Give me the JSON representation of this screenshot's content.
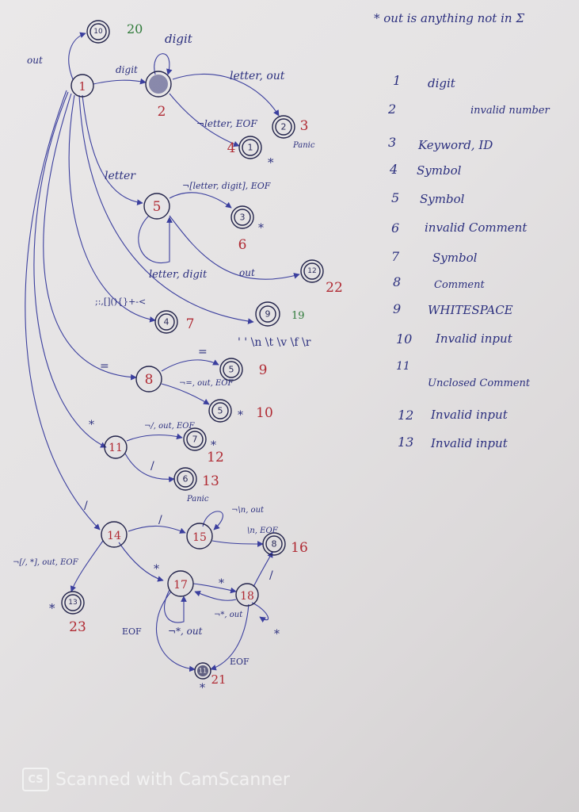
{
  "note": "* out is anything not in Σ",
  "legend": [
    {
      "num": "1",
      "desc": "digit"
    },
    {
      "num": "2",
      "desc": "invalid number"
    },
    {
      "num": "3",
      "desc": "Keyword, ID"
    },
    {
      "num": "4",
      "desc": "Symbol"
    },
    {
      "num": "5",
      "desc": "Symbol"
    },
    {
      "num": "6",
      "desc": "invalid Comment"
    },
    {
      "num": "7",
      "desc": "Symbol"
    },
    {
      "num": "8",
      "desc": "Comment"
    },
    {
      "num": "9",
      "desc": "WHITESPACE"
    },
    {
      "num": "10",
      "desc": "Invalid input"
    },
    {
      "num": "11",
      "desc": "Unclosed Comment"
    },
    {
      "num": "12",
      "desc": "Invalid input"
    },
    {
      "num": "13",
      "desc": "Invalid input"
    }
  ],
  "states": [
    {
      "id": "s1",
      "label": "1",
      "accepting": false
    },
    {
      "id": "s2",
      "label": "2",
      "accepting": false
    },
    {
      "id": "s3",
      "label": "3",
      "accepting": true,
      "inner": "2"
    },
    {
      "id": "s4",
      "label": "4",
      "accepting": true,
      "inner": "1"
    },
    {
      "id": "s5",
      "label": "5",
      "accepting": false
    },
    {
      "id": "s6",
      "label": "6",
      "accepting": true,
      "inner": "3"
    },
    {
      "id": "s7",
      "label": "7",
      "accepting": true,
      "inner": "4"
    },
    {
      "id": "s8",
      "label": "8",
      "accepting": false
    },
    {
      "id": "s9",
      "label": "9",
      "accepting": true,
      "inner": "5"
    },
    {
      "id": "s10",
      "label": "10",
      "accepting": true,
      "inner": "5"
    },
    {
      "id": "s11",
      "label": "11",
      "accepting": false
    },
    {
      "id": "s12",
      "label": "12",
      "accepting": true,
      "inner": "7"
    },
    {
      "id": "s13",
      "label": "13",
      "accepting": true,
      "inner": "6"
    },
    {
      "id": "s14",
      "label": "14",
      "accepting": false
    },
    {
      "id": "s15",
      "label": "15",
      "accepting": false
    },
    {
      "id": "s16",
      "label": "16",
      "accepting": true,
      "inner": "8"
    },
    {
      "id": "s17",
      "label": "17",
      "accepting": false
    },
    {
      "id": "s18",
      "label": "18",
      "accepting": false
    },
    {
      "id": "s19",
      "label": "19",
      "accepting": true,
      "inner": "9"
    },
    {
      "id": "s20",
      "label": "20",
      "accepting": true,
      "inner": "10"
    },
    {
      "id": "s21",
      "label": "21",
      "accepting": true,
      "inner": "11"
    },
    {
      "id": "s22",
      "label": "22",
      "accepting": true,
      "inner": "12"
    },
    {
      "id": "s23",
      "label": "23",
      "accepting": true,
      "inner": "13"
    }
  ],
  "edge_labels": {
    "out_20": "out",
    "digit_12": "digit",
    "digit_loop": "digit",
    "letter_out": "letter, out",
    "not_letter_eof": "¬letter, EOF",
    "letter_15": "letter",
    "not_letterdigit": "¬[letter, digit], EOF",
    "letter_digit": "letter, digit",
    "out_22": "out",
    "symbols": ";:,[](){}+-<",
    "ws": "' ' \\n \\t \\v \\f \\r",
    "eq": "=",
    "eq2": "=",
    "not_eq": "¬=, out, EOF",
    "star": "*",
    "not_slash": "¬/, out, EOF",
    "slash_13": "/",
    "slash": "/",
    "slash2": "/",
    "not_n": "¬\\n, out",
    "n_eof": "\\n, EOF",
    "not_slash_star": "¬[/, *], out, EOF",
    "star2": "*",
    "star3": "*",
    "not_star_out": "¬*, out",
    "not_star_out2": "¬*, out",
    "slash3": "/",
    "eof1": "EOF",
    "eof2": "EOF",
    "star4": "*",
    "panic": "Panic",
    "panic2": "Panic"
  },
  "marks": {
    "star_4": "*",
    "star_6": "*",
    "star_10": "*",
    "star_12": "*",
    "star_21": "*",
    "star_23": "*"
  },
  "watermark": {
    "logo": "CS",
    "text": "Scanned with CamScanner"
  }
}
